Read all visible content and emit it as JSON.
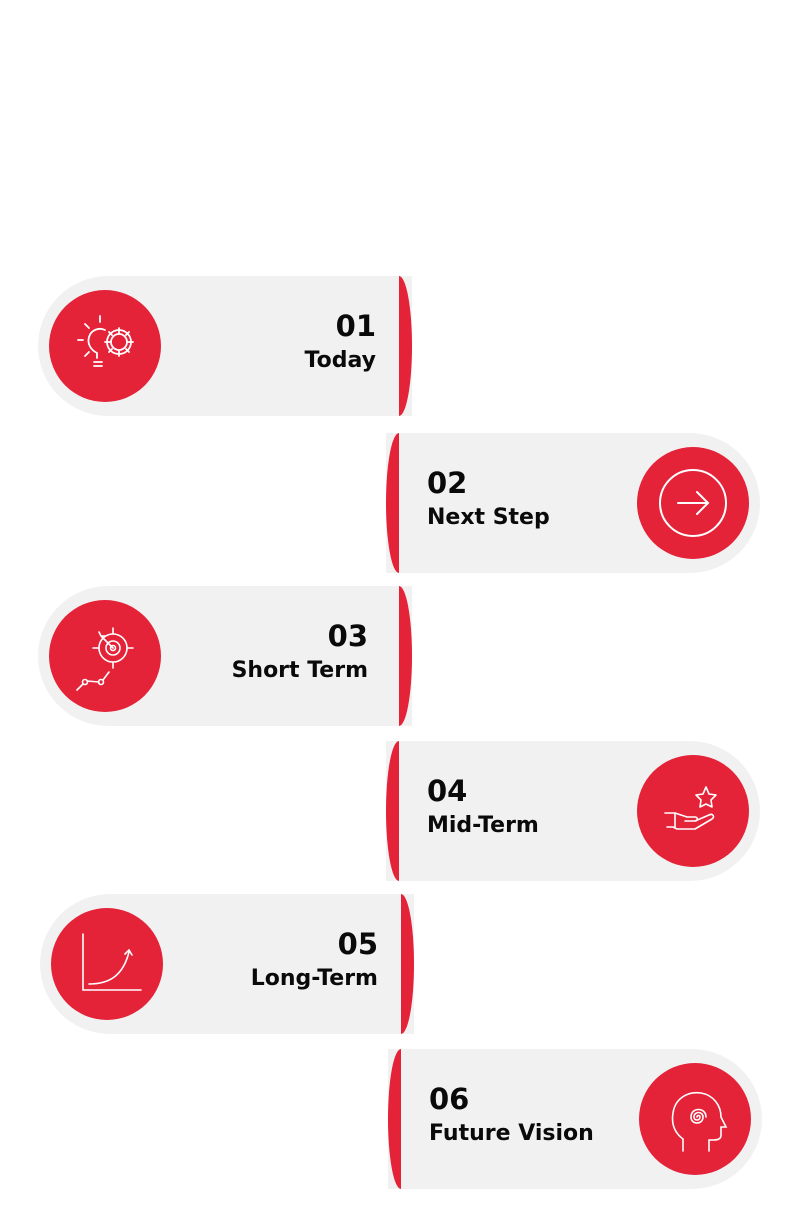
{
  "accent_color": "#e42238",
  "card_color": "#f1f1f1",
  "steps": [
    {
      "number": "01",
      "title": "Today",
      "icon": "lightbulb-gear-icon"
    },
    {
      "number": "02",
      "title": "Next Step",
      "icon": "arrow-right-circle-icon"
    },
    {
      "number": "03",
      "title": "Short Term",
      "icon": "target-icon"
    },
    {
      "number": "04",
      "title": "Mid-Term",
      "icon": "hand-star-icon"
    },
    {
      "number": "05",
      "title": "Long-Term",
      "icon": "growth-chart-icon"
    },
    {
      "number": "06",
      "title": "Future Vision",
      "icon": "head-spiral-icon"
    }
  ]
}
